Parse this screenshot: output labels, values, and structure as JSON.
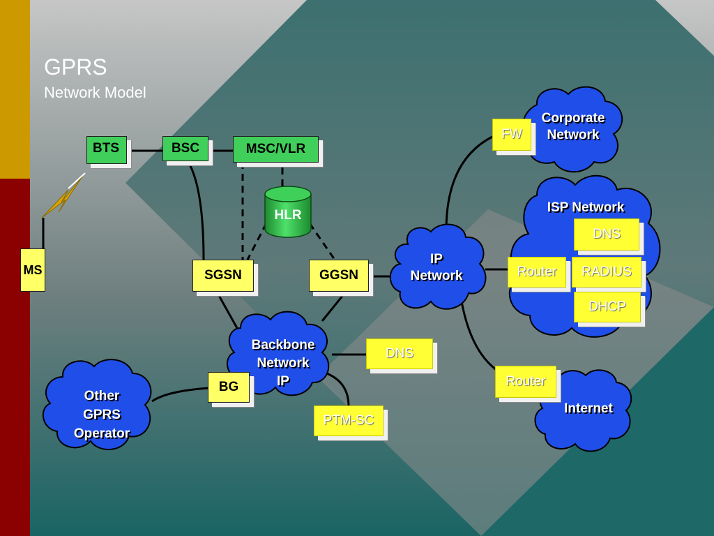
{
  "slide": {
    "title": "GPRS",
    "subtitle": "Network Model"
  },
  "nodes": {
    "bts": "BTS",
    "bsc": "BSC",
    "msc_vlr": "MSC/VLR",
    "hlr": "HLR",
    "ms": "MS",
    "sgsn": "SGSN",
    "ggsn": "GGSN",
    "bg": "BG",
    "backbone_dns": "DNS",
    "ptm_sc": "PTM-SC",
    "fw": "FW",
    "isp_dns": "DNS",
    "isp_router": "Router",
    "radius": "RADIUS",
    "dhcp": "DHCP",
    "internet_router": "Router"
  },
  "clouds": {
    "corporate_network": [
      "Corporate",
      "Network"
    ],
    "isp_network": "ISP Network",
    "ip_network": [
      "IP",
      "Network"
    ],
    "backbone_network": [
      "Backbone",
      "Network",
      "IP"
    ],
    "other_gprs_operator": [
      "Other",
      "GPRS",
      "Operator"
    ],
    "internet": "Internet"
  },
  "colors": {
    "left_bar_gold": "#cc9900",
    "left_bar_red": "#8b0000",
    "cloud_blue": "#1f4fe8",
    "node_green": "#3fcf5a",
    "node_yellow": "#ffff66"
  }
}
